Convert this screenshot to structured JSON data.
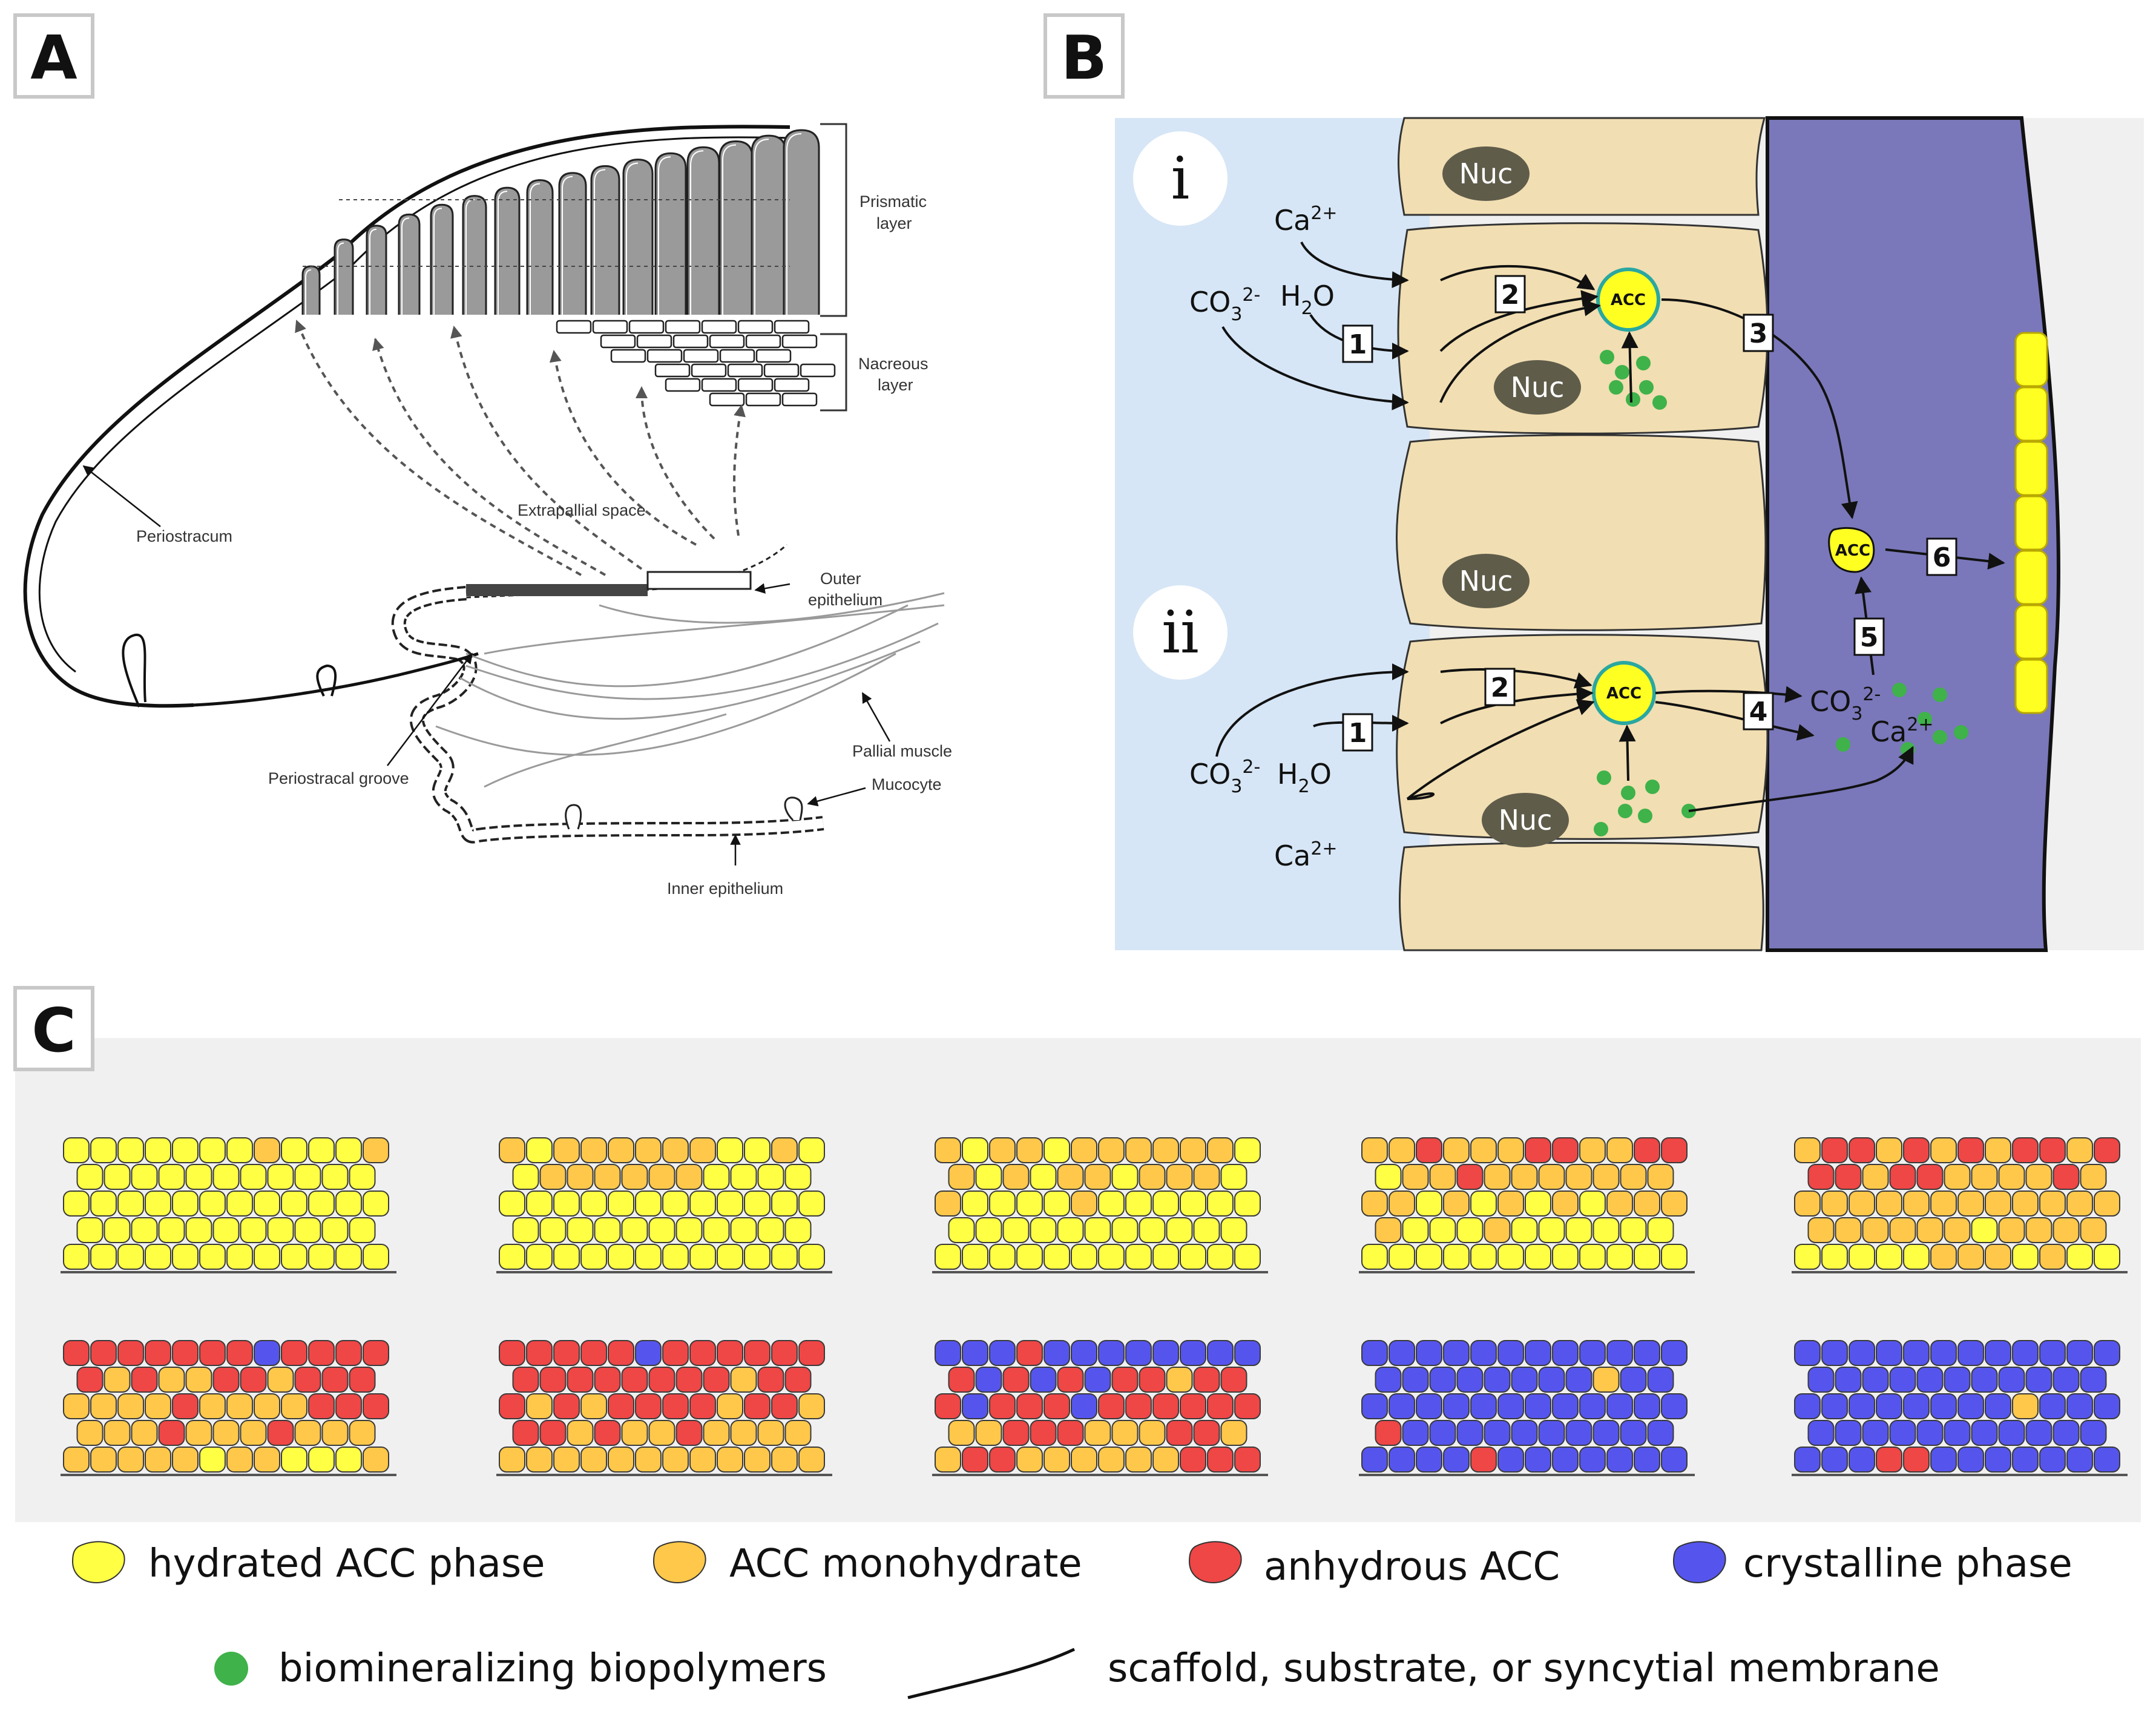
{
  "panels": {
    "a": {
      "letter": "A",
      "labels": {
        "prismatic_1": "Prismatic",
        "prismatic_2": "layer",
        "nacreous_1": "Nacreous",
        "nacreous_2": "layer",
        "extrapallial": "Extrapallial space",
        "periostracum": "Periostracum",
        "outer_1": "Outer",
        "outer_2": "epithelium",
        "pallial_muscle": "Pallial muscle",
        "periostracal_groove": "Periostracal groove",
        "mucocyte": "Mucocyte",
        "inner_epithelium": "Inner epithelium"
      }
    },
    "b": {
      "letter": "B",
      "pathway_i": "i",
      "pathway_ii": "ii",
      "nucleus": "Nuc",
      "acc": "ACC",
      "step_labels": [
        "1",
        "2",
        "3",
        "4",
        "5",
        "6"
      ],
      "ions": {
        "ca": "Ca",
        "ca_charge": "2+",
        "co3": "CO",
        "co3_sub": "3",
        "co3_charge": "2-",
        "water_h": "H",
        "water_sub": "2",
        "water_o": "O"
      }
    },
    "c": {
      "letter": "C",
      "stage_count": 10
    }
  },
  "legend": {
    "items": [
      {
        "label": "hydrated ACC phase",
        "color": "#ffff44"
      },
      {
        "label": "ACC monohydrate",
        "color": "#ffc84a"
      },
      {
        "label": "anhydrous ACC",
        "color": "#ef4646"
      },
      {
        "label": "crystalline phase",
        "color": "#5555ee"
      },
      {
        "label": "biomineralizing biopolymers",
        "color": "#3fb24a"
      },
      {
        "label": "scaffold, substrate, or syncytial membrane",
        "color": "#111111"
      }
    ]
  },
  "colors": {
    "seawater": "#d6e6f6",
    "cell": "#f1deb2",
    "nucleus": "#5f5c4a",
    "extrapallial_fluid": "#7a78ba",
    "crystal": "#ffff22",
    "panel_bg": "#f0f0f0"
  }
}
